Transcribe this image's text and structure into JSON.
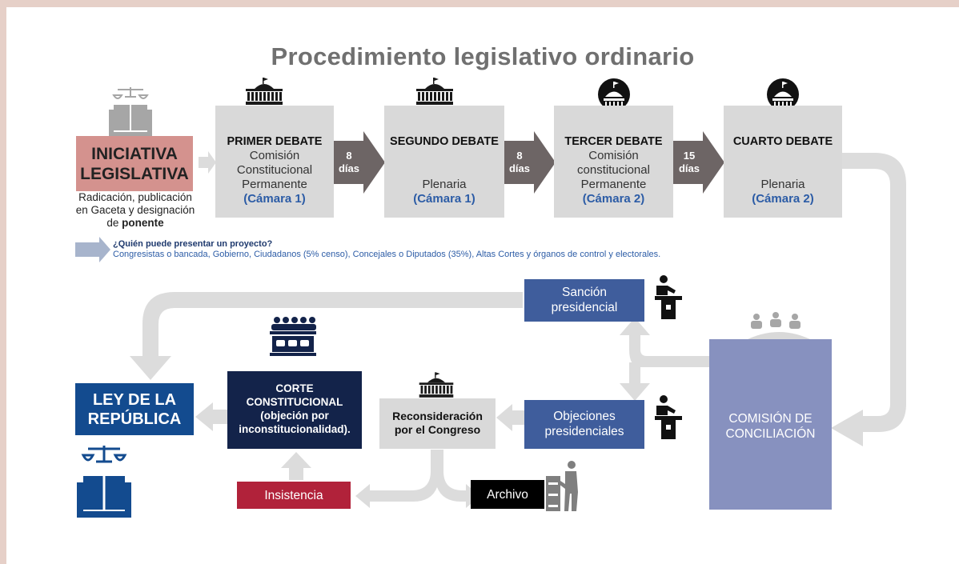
{
  "title": "Procedimiento legislativo ordinario",
  "iniciativa": {
    "label_line1": "INICIATIVA",
    "label_line2": "LEGISLATIVA",
    "sub_line1": "Radicación, publicación",
    "sub_line2": "en Gaceta y designación",
    "sub_line3_prefix": "de",
    "sub_line3_bold": "ponente"
  },
  "debates": [
    {
      "heading": "PRIMER DEBATE",
      "line1": "Comisión",
      "line2": "Constitucional",
      "line3": "Permanente",
      "chamber": "(Cámara 1)"
    },
    {
      "heading": "SEGUNDO DEBATE",
      "line1": "",
      "line2": "",
      "line3": "Plenaria",
      "chamber": "(Cámara 1)"
    },
    {
      "heading": "TERCER DEBATE",
      "line1": "Comisión",
      "line2": "constitucional",
      "line3": "Permanente",
      "chamber": "(Cámara 2)"
    },
    {
      "heading": "CUARTO DEBATE",
      "line1": "",
      "line2": "",
      "line3": "Plenaria",
      "chamber": "(Cámara 2)"
    }
  ],
  "intervals": [
    {
      "num": "8",
      "unit": "días"
    },
    {
      "num": "8",
      "unit": "días"
    },
    {
      "num": "15",
      "unit": "días"
    }
  ],
  "quien": {
    "question": "¿Quién puede presentar un proyecto?",
    "answer": "Congresistas o bancada, Gobierno, Ciudadanos (5% censo), Concejales o Diputados (35%), Altas Cortes y órganos de control y electorales."
  },
  "sancion": {
    "line1": "Sanción",
    "line2": "presidencial"
  },
  "objeciones": {
    "line1": "Objeciones",
    "line2": "presidenciales"
  },
  "conciliacion": {
    "line1": "COMISIÓN DE",
    "line2": "CONCILIACIÓN"
  },
  "reconsideracion": {
    "line1": "Reconsideración",
    "line2": "por el Congreso"
  },
  "corte": {
    "line1": "CORTE",
    "line2": "CONSTITUCIONAL",
    "line3": "(objeción por",
    "line4": "inconstitucionalidad)."
  },
  "ley": {
    "line1": "LEY DE LA",
    "line2": "REPÚBLICA"
  },
  "insistencia": "Insistencia",
  "archivo": "Archivo",
  "colors": {
    "grey_box": "#d9d9d9",
    "grey_arrow": "#dcdcdc",
    "dark_arrow": "#6d6565",
    "iniciativa": "#d4928e",
    "blue_box": "#3f5d9c",
    "navy": "#13234a",
    "ley_blue": "#134b8f",
    "conciliacion": "#8791bf",
    "insistencia": "#b1223a",
    "archivo": "#000000",
    "chamber_text": "#2c5ca6"
  }
}
